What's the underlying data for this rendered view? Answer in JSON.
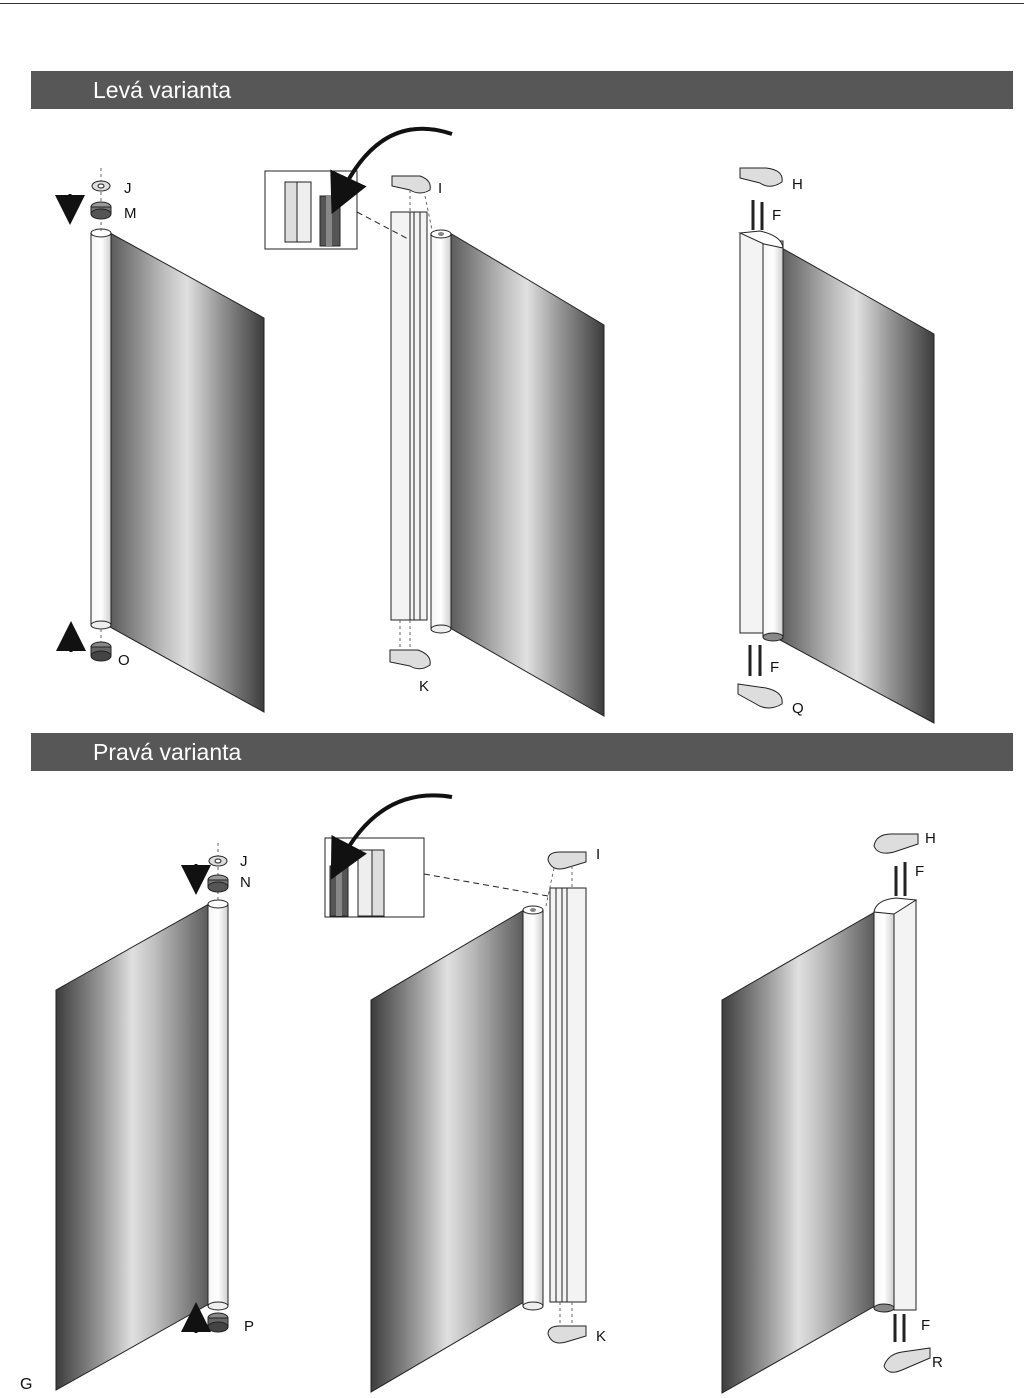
{
  "sections": {
    "left_title": "Levá varianta",
    "right_title": "Pravá varianta"
  },
  "labels": {
    "J": "J",
    "M": "M",
    "O": "O",
    "I": "I",
    "K": "K",
    "H": "H",
    "F": "F",
    "Q": "Q",
    "N": "N",
    "P": "P",
    "R": "R"
  },
  "page_letter": "G"
}
